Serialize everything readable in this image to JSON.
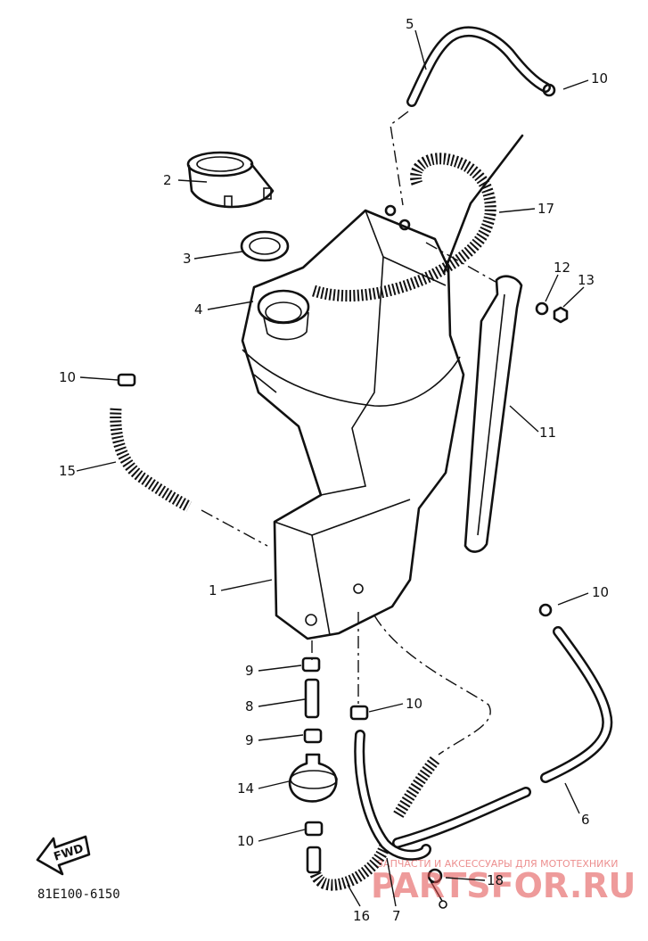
{
  "diagram": {
    "code": "81E100-6150",
    "fwd_label": "FWD"
  },
  "callouts": [
    {
      "id": "c5",
      "text": "5"
    },
    {
      "id": "c10a",
      "text": "10"
    },
    {
      "id": "c2",
      "text": "2"
    },
    {
      "id": "c17",
      "text": "17"
    },
    {
      "id": "c3",
      "text": "3"
    },
    {
      "id": "c12",
      "text": "12"
    },
    {
      "id": "c13",
      "text": "13"
    },
    {
      "id": "c4",
      "text": "4"
    },
    {
      "id": "c10b",
      "text": "10"
    },
    {
      "id": "c11",
      "text": "11"
    },
    {
      "id": "c15",
      "text": "15"
    },
    {
      "id": "c1",
      "text": "1"
    },
    {
      "id": "c10c",
      "text": "10"
    },
    {
      "id": "c9a",
      "text": "9"
    },
    {
      "id": "c8a",
      "text": "8"
    },
    {
      "id": "c10d",
      "text": "10"
    },
    {
      "id": "c9b",
      "text": "9"
    },
    {
      "id": "c14",
      "text": "14"
    },
    {
      "id": "c6",
      "text": "6"
    },
    {
      "id": "c10e",
      "text": "10"
    },
    {
      "id": "c18",
      "text": "18"
    },
    {
      "id": "c16",
      "text": "16"
    },
    {
      "id": "c7",
      "text": "7"
    }
  ],
  "watermark": {
    "tagline": "ЗАПЧАСТИ И АКСЕССУАРЫ ДЛЯ МОТОТЕХНИКИ",
    "brand": "PARTSFOR.RU"
  },
  "colors": {
    "ink": "#111111",
    "watermark": "#e14b4b"
  }
}
